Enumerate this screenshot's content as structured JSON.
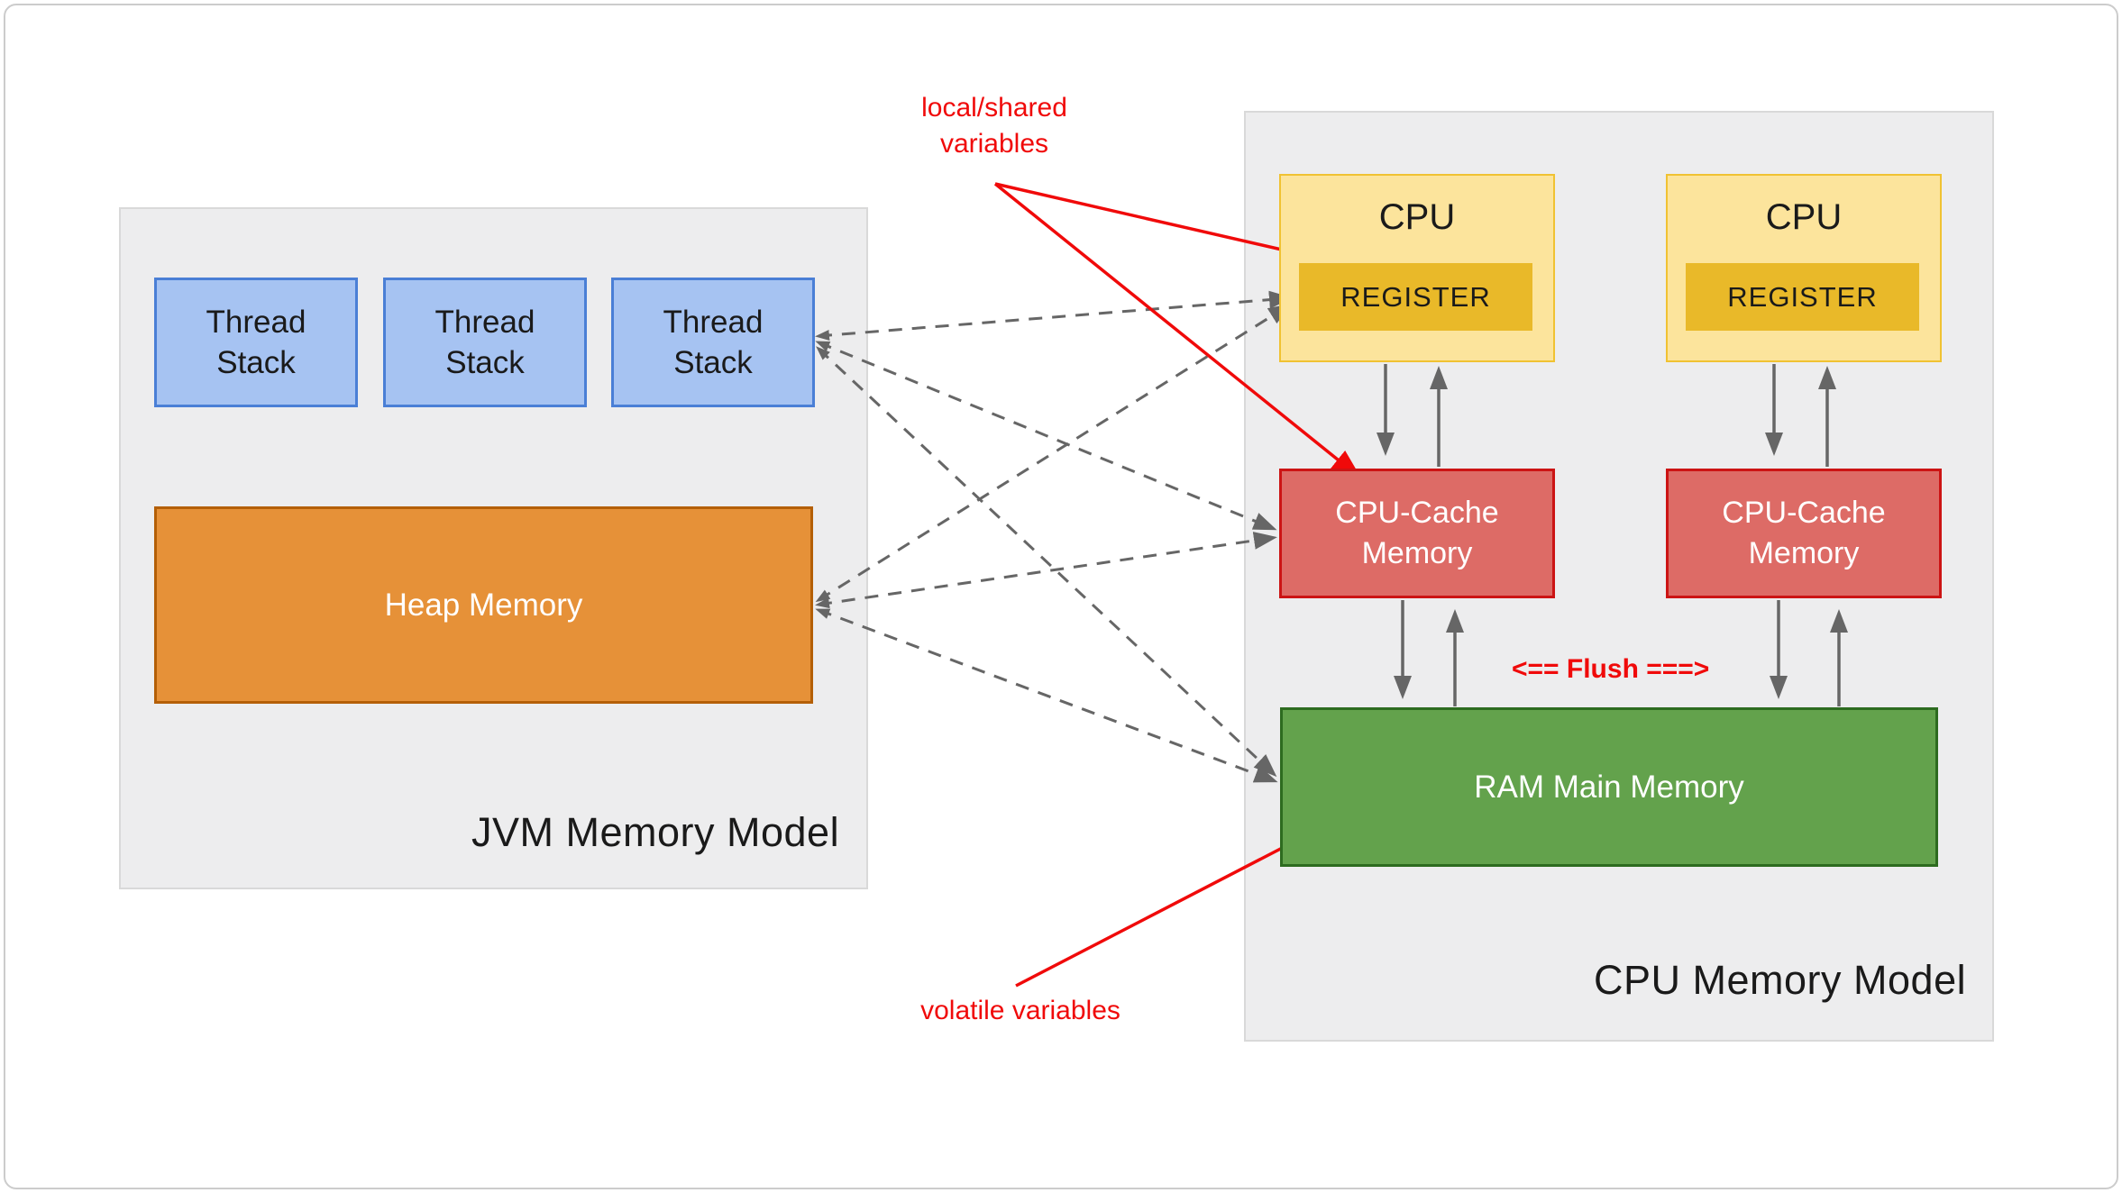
{
  "diagram": {
    "jvm": {
      "title": "JVM Memory Model",
      "thread_stacks": [
        "Thread\nStack",
        "Thread\nStack",
        "Thread\nStack"
      ],
      "heap_label": "Heap Memory"
    },
    "cpu_model": {
      "title": "CPU Memory Model",
      "columns": [
        {
          "cpu_label": "CPU",
          "register_label": "REGISTER",
          "cache_label": "CPU-Cache\nMemory"
        },
        {
          "cpu_label": "CPU",
          "register_label": "REGISTER",
          "cache_label": "CPU-Cache\nMemory"
        }
      ],
      "ram_label": "RAM Main Memory",
      "flush_label": "<== Flush ===>"
    },
    "annotations": {
      "local_shared": "local/shared\nvariables",
      "volatile": "volatile variables"
    },
    "colors": {
      "blue_fill": "#a6c3f2",
      "blue_border": "#4a7fd6",
      "orange_fill": "#e69138",
      "orange_border": "#b45f06",
      "yellow_fill": "#fce49c",
      "yellow_border": "#f0c232",
      "gold_fill": "#e9b929",
      "red_fill": "#dd6b66",
      "red_border": "#cc1414",
      "green_fill": "#63a24c",
      "green_border": "#2d6b1f",
      "container_fill": "#ededee",
      "container_border": "#d9d9d9",
      "connector_gray": "#666666",
      "annotation_red": "#f00a0a"
    }
  }
}
